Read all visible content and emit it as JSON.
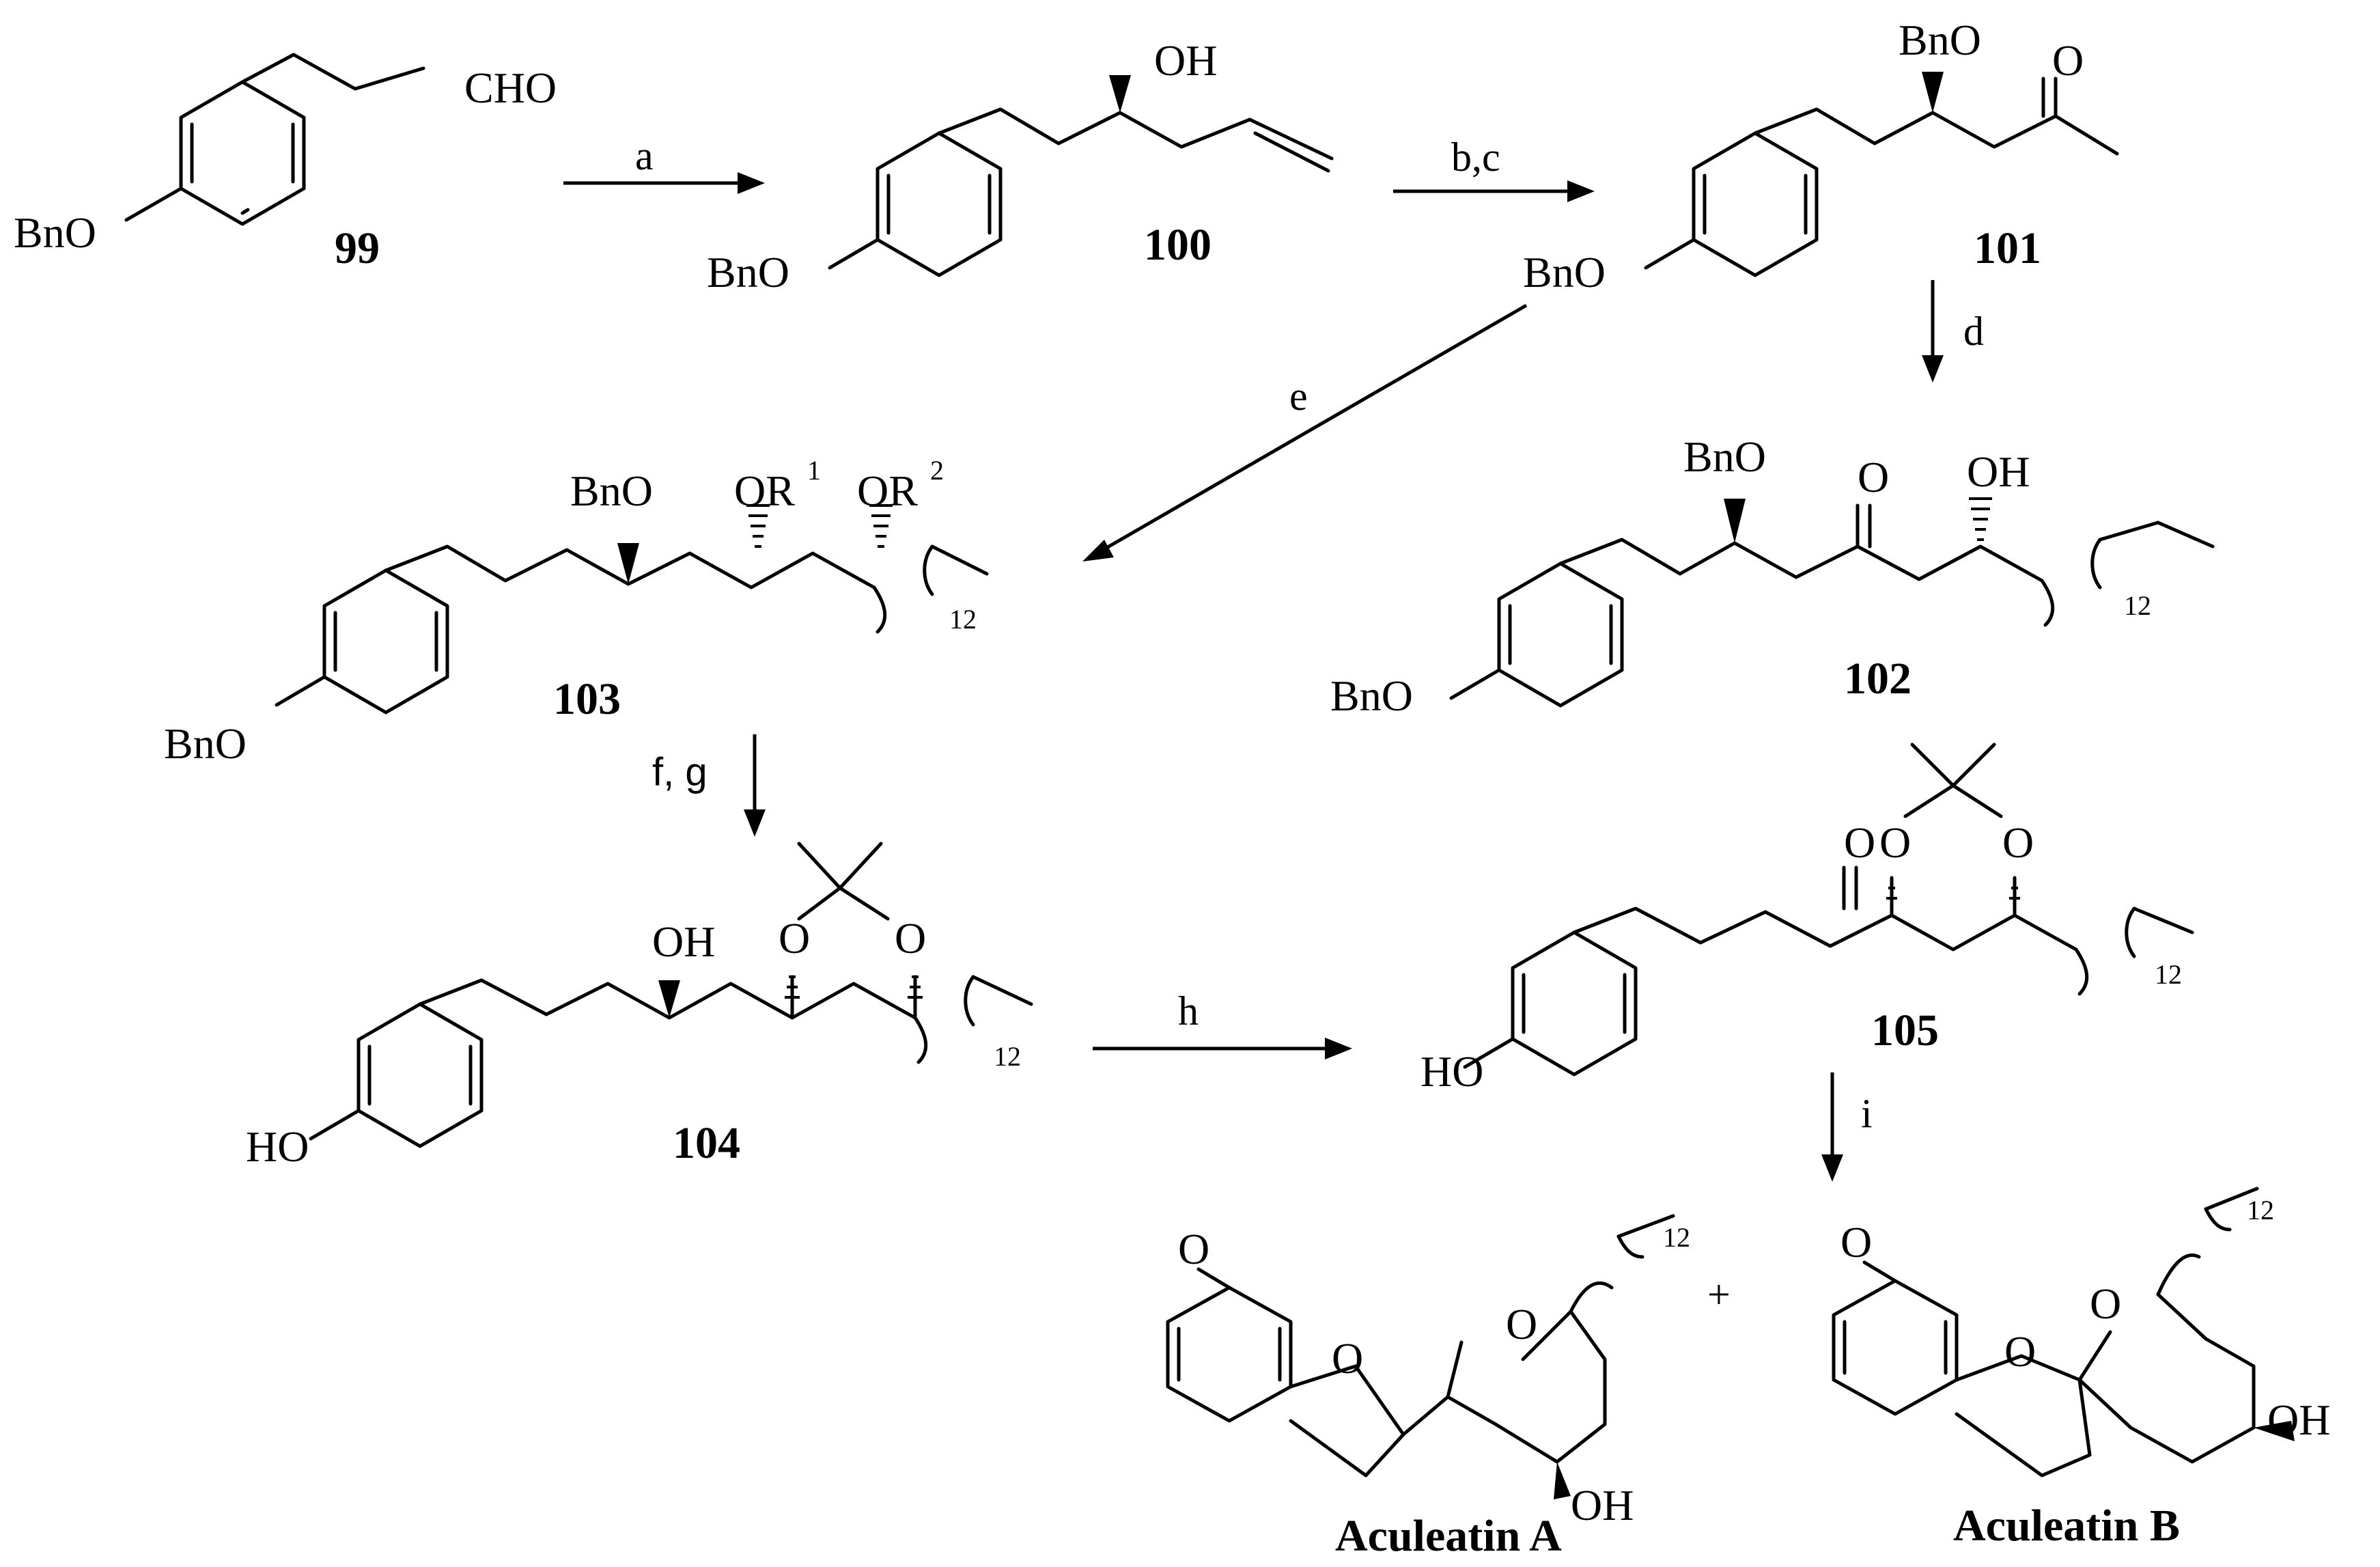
{
  "scheme": {
    "compounds": [
      {
        "id": "99",
        "label": "99",
        "groups": [
          "CHO",
          "BnO"
        ]
      },
      {
        "id": "100",
        "label": "100",
        "groups": [
          "OH",
          "BnO"
        ]
      },
      {
        "id": "101",
        "label": "101",
        "groups": [
          "BnO",
          "O",
          "BnO"
        ]
      },
      {
        "id": "102",
        "label": "102",
        "groups": [
          "BnO",
          "O",
          "OH",
          "12",
          "BnO"
        ]
      },
      {
        "id": "103",
        "label": "103",
        "groups": [
          "BnO",
          "OR",
          "1",
          "OR",
          "2",
          "12",
          "BnO"
        ]
      },
      {
        "id": "104",
        "label": "104",
        "groups": [
          "OH",
          "O",
          "O",
          "12",
          "HO"
        ]
      },
      {
        "id": "105",
        "label": "105",
        "groups": [
          "O",
          "O",
          "O",
          "12",
          "HO"
        ]
      },
      {
        "id": "aculeatin-a",
        "label": "Aculeatin A",
        "groups": [
          "O",
          "O",
          "O",
          "OH",
          "12"
        ]
      },
      {
        "id": "aculeatin-b",
        "label": "Aculeatin B",
        "groups": [
          "O",
          "O",
          "O",
          "OH",
          "12"
        ]
      }
    ],
    "reagents": {
      "a": "a",
      "bc": "b,c",
      "d": "d",
      "e": "e",
      "fg": "f, g",
      "h": "h",
      "i": "i"
    },
    "plus": "+"
  }
}
